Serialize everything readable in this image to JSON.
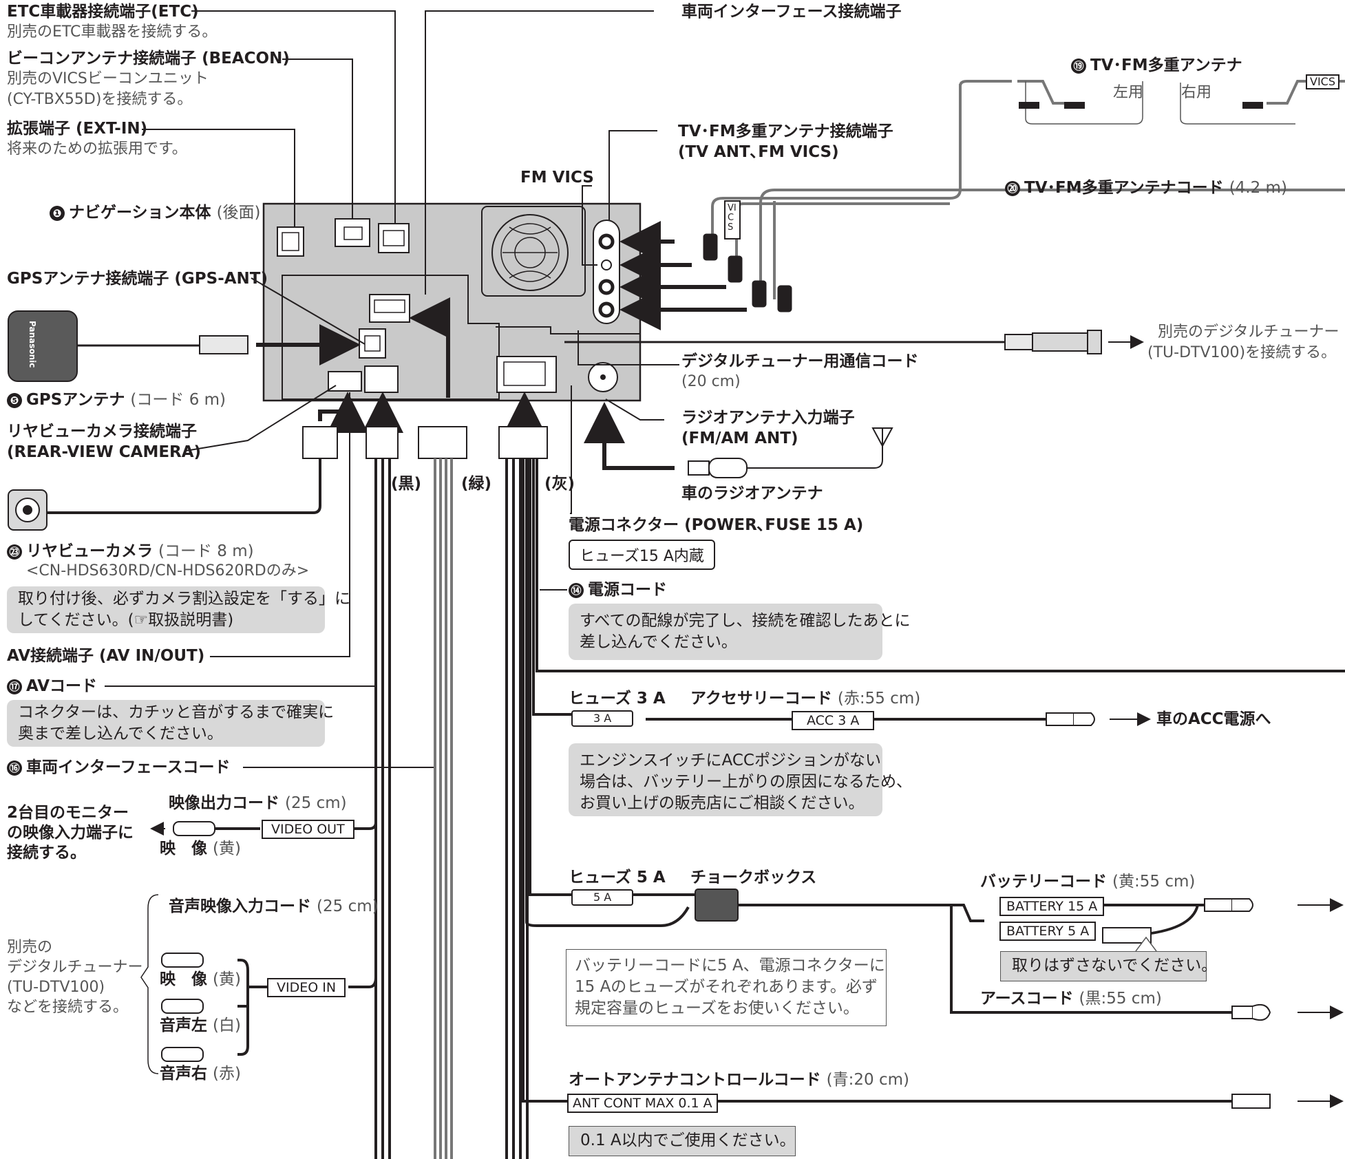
{
  "labels": {
    "etc_title": "ETC車載器接続端子(ETC)",
    "etc_sub": "別売のETC車載器を接続する。",
    "beacon_title": "ビーコンアンテナ接続端子 (BEACON)",
    "beacon_sub1": "別売のVICSビーコンユニット",
    "beacon_sub2": "(CY-TBX55D)を接続する。",
    "ext_title": "拡張端子 (EXT-IN)",
    "ext_sub": "将来のための拡張用です。",
    "nav_num": "❶",
    "nav_title": "ナビゲーション本体",
    "nav_sub": "(後面)",
    "gps_port": "GPSアンテナ接続端子 (GPS-ANT)",
    "gps_ant_num": "❺",
    "gps_ant_title": "GPSアンテナ",
    "gps_ant_sub": "(コード 6 m)",
    "rear_port1": "リヤビューカメラ接続端子",
    "rear_port2": "(REAR-VIEW CAMERA)",
    "rear_cam_num": "㉓",
    "rear_cam_title": "リヤビューカメラ",
    "rear_cam_sub": "(コード 8 m)",
    "rear_cam_models": "<CN-HDS630RD/CN-HDS620RDのみ>",
    "rear_cam_note": "取り付け後、必ずカメラ割込設定を「する」に\nしてください。(☞取扱説明書)",
    "av_port": "AV接続端子 (AV IN/OUT)",
    "av_cord_num": "⑰",
    "av_cord_title": "AVコード",
    "av_cord_note": "コネクターは、カチッと音がするまで確実に\n奥まで差し込んでください。",
    "vif_cord_num": "⑯",
    "vif_cord_title": "車両インターフェースコード",
    "video_out_title": "映像出力コード",
    "video_out_sub": "(25 cm)",
    "video_out_tag": "VIDEO OUT",
    "second_monitor1": "2台目のモニター",
    "second_monitor2": "の映像入力端子に",
    "second_monitor3": "接続する。",
    "video_out_plug": "映　像",
    "video_out_plug_color": "(黄)",
    "av_in_title": "音声映像入力コード",
    "av_in_sub": "(25 cm)",
    "video_in_tag": "VIDEO IN",
    "dtuner_ext1": "別売の",
    "dtuner_ext2": "デジタルチューナー",
    "dtuner_ext3": "(TU-DTV100)",
    "dtuner_ext4": "などを接続する。",
    "plug_video": "映　像",
    "plug_video_color": "(黄)",
    "plug_left": "音声左",
    "plug_left_color": "(白)",
    "plug_right": "音声右",
    "plug_right_color": "(赤)",
    "vif_port": "車両インターフェース接続端子",
    "tv_num": "⑲",
    "tv_title": "TV･FM多重アンテナ",
    "tv_left": "左用",
    "tv_right": "右用",
    "vics_tag": "VICS",
    "vics_plug_tag": "VICS",
    "tv_port1": "TV･FM多重アンテナ接続端子",
    "tv_port2": "(TV ANT､FM VICS)",
    "fm_vics": "FM VICS",
    "tv_cord_num": "⑳",
    "tv_cord_title": "TV･FM多重アンテナコード",
    "tv_cord_sub": "(4.2 m)",
    "dtv_cord_title": "デジタルチューナー用通信コード",
    "dtv_cord_sub": "(20 cm)",
    "dtv_sep1": "別売のデジタルチューナー",
    "dtv_sep2": "(TU-DTV100)を接続する。",
    "radio_port1": "ラジオアンテナ入力端子",
    "radio_port2": "(FM/AM ANT)",
    "car_radio": "車のラジオアンテナ",
    "black": "(黒)",
    "green": "(緑)",
    "gray": "(灰)",
    "power_conn": "電源コネクター (POWER､FUSE 15 A)",
    "fuse15": "ヒューズ15 A内蔵",
    "power_cord_num": "⑭",
    "power_cord_title": "電源コード",
    "power_note": "すべての配線が完了し、接続を確認したあとに\n差し込んでください。",
    "fuse3_title": "ヒューズ 3 A",
    "fuse3_tag": "3 A",
    "acc_title": "アクセサリーコード",
    "acc_sub": "(赤:55 cm)",
    "acc_tag": "ACC 3 A",
    "acc_dest": "車のACC電源へ",
    "acc_note": "エンジンスイッチにACCポジションがない\n場合は、バッテリー上がりの原因になるため、\nお買い上げの販売店にご相談ください。",
    "fuse5_title": "ヒューズ 5 A",
    "fuse5_tag": "5 A",
    "choke": "チョークボックス",
    "battery_title": "バッテリーコード",
    "battery_sub": "(黄:55 cm)",
    "battery15_tag": "BATTERY 15 A",
    "battery5_tag": "BATTERY 5 A",
    "no_remove": "取りはずさないでください。",
    "fuse_note": "バッテリーコードに5 A、電源コネクターに\n15 Aのヒューズがそれぞれあります。必ず\n規定容量のヒューズをお使いください。",
    "earth_title": "アースコード",
    "earth_sub": "(黒:55 cm)",
    "ant_cont_title": "オートアンテナコントロールコード",
    "ant_cont_sub": "(青:20 cm)",
    "ant_cont_tag": "ANT CONT MAX 0.1 A",
    "ant_cont_note": "0.1 A以内でご使用ください。",
    "gps_brand": "Panasonic"
  }
}
